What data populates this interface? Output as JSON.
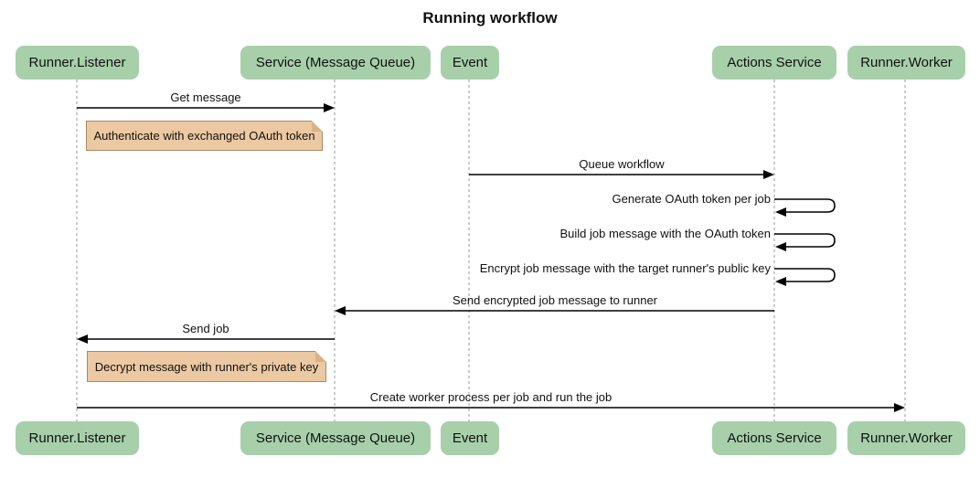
{
  "title": "Running workflow",
  "colors": {
    "actor_fill": "#a7d0aa",
    "note_fill": "#ecc9a3",
    "note_border": "#aa8a62",
    "note_fold": "#d9b287",
    "lifeline": "#999999",
    "arrow": "#000000",
    "text": "#111111"
  },
  "diagram_type": "sequence",
  "actors": [
    {
      "name": "Runner.Listener"
    },
    {
      "name": "Service (Message Queue)"
    },
    {
      "name": "Event"
    },
    {
      "name": "Actions Service"
    },
    {
      "name": "Runner.Worker"
    }
  ],
  "messages": [
    {
      "from": "Runner.Listener",
      "to": "Service (Message Queue)",
      "label": "Get message",
      "kind": "arrow"
    },
    {
      "from": "Event",
      "to": "Actions Service",
      "label": "Queue workflow",
      "kind": "arrow"
    },
    {
      "from": "Actions Service",
      "to": "Actions Service",
      "label": "Generate OAuth token per job",
      "kind": "self"
    },
    {
      "from": "Actions Service",
      "to": "Actions Service",
      "label": "Build job message with the OAuth token",
      "kind": "self"
    },
    {
      "from": "Actions Service",
      "to": "Actions Service",
      "label": "Encrypt job message with the target runner's public key",
      "kind": "self"
    },
    {
      "from": "Actions Service",
      "to": "Service (Message Queue)",
      "label": "Send encrypted job message to runner",
      "kind": "arrow"
    },
    {
      "from": "Service (Message Queue)",
      "to": "Runner.Listener",
      "label": "Send job",
      "kind": "arrow"
    },
    {
      "from": "Runner.Listener",
      "to": "Runner.Worker",
      "label": "Create worker process per job and run the job",
      "kind": "arrow"
    }
  ],
  "notes": [
    {
      "over": "Runner.Listener",
      "label": "Authenticate with exchanged OAuth token"
    },
    {
      "over": "Runner.Listener",
      "label": "Decrypt message with runner's private key"
    }
  ]
}
